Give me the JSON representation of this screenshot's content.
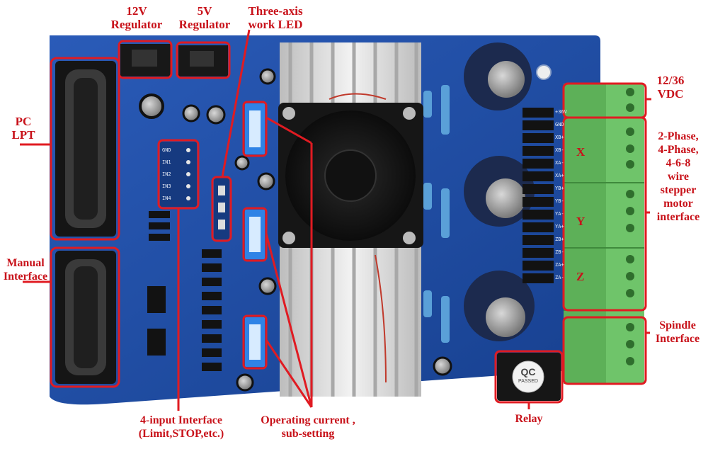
{
  "labels": {
    "reg12_l1": "12V",
    "reg12_l2": "Regulator",
    "reg5_l1": "5V",
    "reg5_l2": "Regulator",
    "led_l1": "Three-axis",
    "led_l2": "work  LED",
    "pc_l1": "PC",
    "pc_l2": "LPT",
    "manual_l1": "Manual",
    "manual_l2": "Interface",
    "vdc_l1": "12/36",
    "vdc_l2": "VDC",
    "motor_l1": "2-Phase,",
    "motor_l2": "4-Phase,",
    "motor_l3": "4-6-8",
    "motor_l4": "wire",
    "motor_l5": "stepper",
    "motor_l6": "motor",
    "motor_l7": "interface",
    "spindle_l1": "Spindle",
    "spindle_l2": "Interface",
    "input_l1": "4-input Interface",
    "input_l2": "(Limit,STOP,etc.)",
    "current_l1": "Operating current ,",
    "current_l2": "sub-setting",
    "relay": "Relay"
  },
  "axes": [
    "X",
    "Y",
    "Z"
  ],
  "silkscreen": {
    "inputs": [
      "GND",
      "IN1",
      "IN2",
      "IN3",
      "IN4"
    ],
    "terminals": [
      "+36V",
      "GND",
      "XB+",
      "XB-",
      "XA-",
      "XA+",
      "YB+",
      "YB-",
      "YA-",
      "YA+",
      "ZB+",
      "ZB-",
      "ZA+",
      "ZA-"
    ]
  },
  "relay_sticker": {
    "mark": "QC",
    "text": "PASSED"
  },
  "colors": {
    "annotation": "#c8121a",
    "pcb": "#1f4fa8",
    "terminal": "#6fc46a",
    "heatsink": "#d9d9d9"
  }
}
